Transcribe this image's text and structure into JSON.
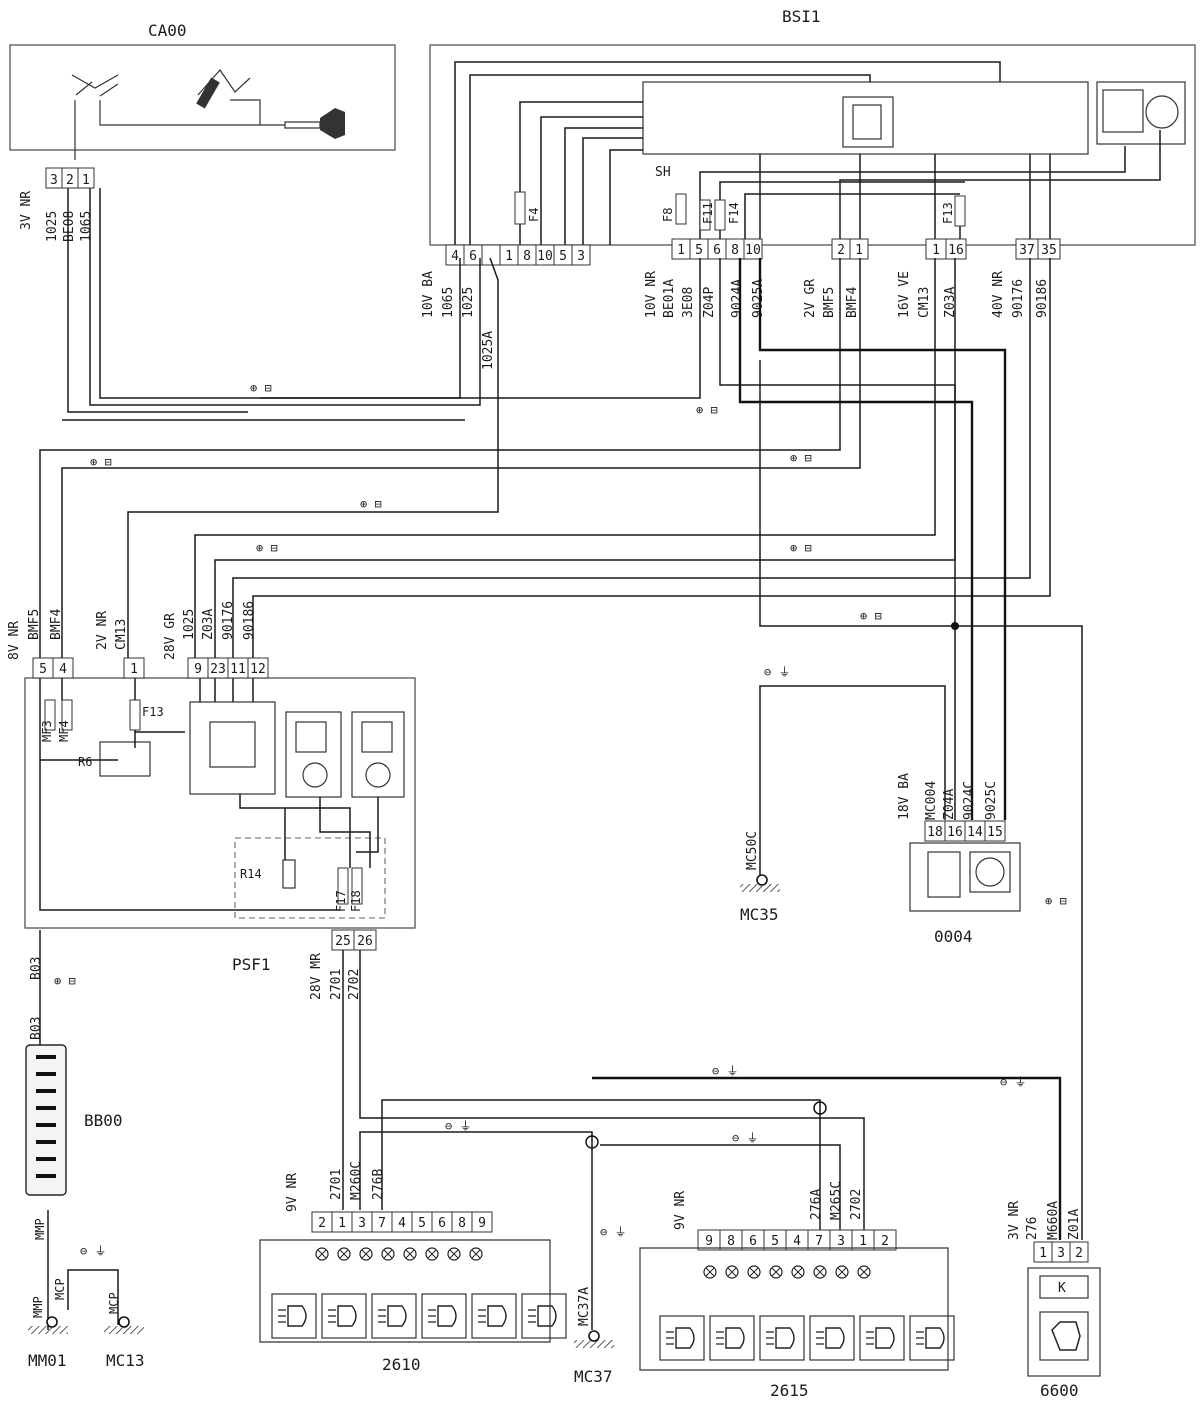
{
  "components": {
    "ca00": "CA00",
    "bsi1": "BSI1",
    "psf1": "PSF1",
    "bb00": "BB00",
    "c0004": "0004",
    "c2610": "2610",
    "c2615": "2615",
    "c6600": "6600"
  },
  "grounds": {
    "mm01": "MM01",
    "mc13": "MC13",
    "mc35": "MC35",
    "mc37": "MC37",
    "mmp": "MMP",
    "mcp_a": "MCP",
    "mcp_b": "MCP",
    "mc50c": "MC50C",
    "mc37a": "MC37A"
  },
  "fuses": {
    "f4": "F4",
    "f8": "F8",
    "f11": "F11",
    "f14": "F14",
    "f13_bsi": "F13",
    "f13_psf": "F13",
    "f17": "F17",
    "f18": "F18",
    "mf3": "MF3",
    "mf4": "MF4",
    "r6": "R6",
    "r14": "R14",
    "sh": "SH"
  },
  "connectors": {
    "ca00": {
      "spec": "3V NR",
      "pins": [
        "3",
        "2",
        "1"
      ],
      "wires": [
        "1025",
        "BE08",
        "1065"
      ]
    },
    "bsi_a": {
      "spec": "10V BA",
      "pins": [
        "4",
        "6",
        "",
        "1",
        "8",
        "10",
        "5",
        "3"
      ],
      "wires": [
        "1065",
        "1025",
        "1025A"
      ]
    },
    "bsi_b": {
      "spec": "10V NR",
      "pins": [
        "1",
        "5",
        "6",
        "8",
        "10"
      ],
      "wires": [
        "BE01A",
        "3E08",
        "Z04P",
        "9024A",
        "9025A"
      ]
    },
    "bsi_c": {
      "spec": "2V GR",
      "pins": [
        "2",
        "1"
      ],
      "wires": [
        "BMF5",
        "BMF4"
      ]
    },
    "bsi_d": {
      "spec": "16V VE",
      "pins": [
        "1",
        "16"
      ],
      "wires": [
        "CM13",
        "Z03A"
      ]
    },
    "bsi_e": {
      "spec": "40V NR",
      "pins": [
        "37",
        "35"
      ],
      "wires": [
        "90176",
        "90186"
      ]
    },
    "psf_a": {
      "spec": "8V NR",
      "pins": [
        "5",
        "4"
      ],
      "wires": [
        "BMF5",
        "BMF4"
      ]
    },
    "psf_b": {
      "spec": "2V NR",
      "pins": [
        "1"
      ],
      "wires": [
        "CM13"
      ]
    },
    "psf_c": {
      "spec": "28V GR",
      "pins": [
        "9",
        "23",
        "11",
        "12"
      ],
      "wires": [
        "1025",
        "Z03A",
        "90176",
        "90186"
      ]
    },
    "psf_d": {
      "spec": "28V MR",
      "pins": [
        "25",
        "26"
      ],
      "wires": [
        "2701",
        "2702"
      ]
    },
    "c0004": {
      "spec": "18V BA",
      "pins": [
        "18",
        "16",
        "14",
        "15"
      ],
      "wires": [
        "MC004",
        "Z04A",
        "9024C",
        "9025C"
      ]
    },
    "c2610": {
      "spec": "9V NR",
      "pins": [
        "2",
        "1",
        "3",
        "7",
        "4",
        "5",
        "6",
        "8",
        "9"
      ],
      "wires": [
        "2701",
        "M260C",
        "276B"
      ]
    },
    "c2615": {
      "spec": "9V NR",
      "pins": [
        "9",
        "8",
        "6",
        "5",
        "4",
        "7",
        "3",
        "1",
        "2"
      ],
      "wires": [
        "276A",
        "M265C",
        "2702"
      ]
    },
    "c6600": {
      "spec": "3V NR",
      "pins": [
        "1",
        "3",
        "2"
      ],
      "wires": [
        "276",
        "M660A",
        "Z01A"
      ],
      "relay": "K"
    }
  },
  "harness": {
    "bb00_wire": "B03",
    "bb00_wire_b": "B03"
  }
}
